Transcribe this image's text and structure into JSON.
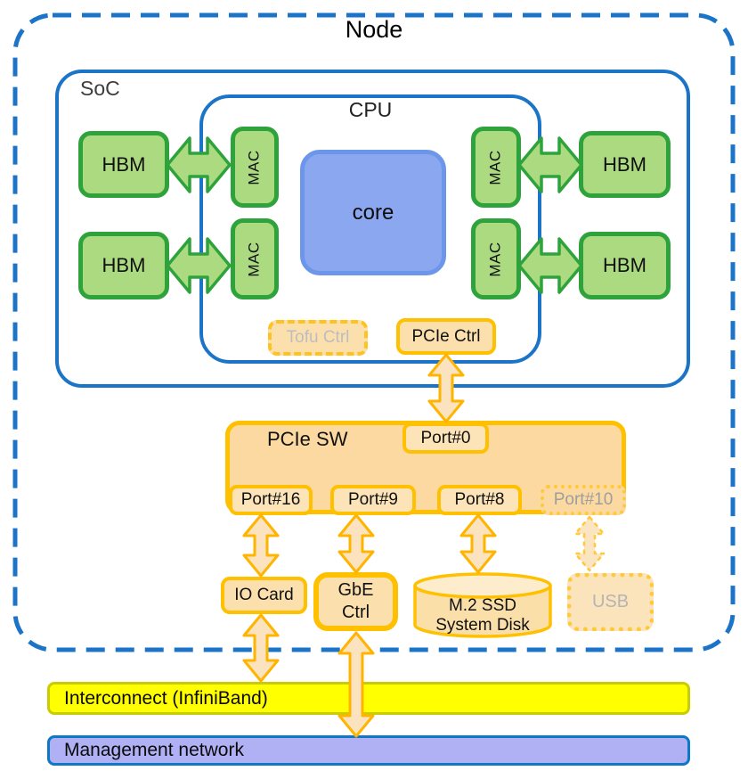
{
  "title": "Node",
  "soc": {
    "label": "SoC"
  },
  "cpu": {
    "label": "CPU",
    "core_label": "core"
  },
  "memory": {
    "hbm_labels": [
      "HBM",
      "HBM",
      "HBM",
      "HBM"
    ],
    "mac_labels": [
      "MAC",
      "MAC",
      "MAC",
      "MAC"
    ]
  },
  "controllers": {
    "tofu": "Tofu Ctrl",
    "pcie": "PCIe Ctrl"
  },
  "pcie_switch": {
    "label": "PCIe SW",
    "top_port": "Port#0",
    "bottom_ports": [
      "Port#16",
      "Port#9",
      "Port#8",
      "Port#10"
    ]
  },
  "devices": {
    "io_card": "IO Card",
    "gbe_line1": "GbE",
    "gbe_line2": "Ctrl",
    "ssd_line1": "M.2 SSD",
    "ssd_line2": "System Disk",
    "usb": "USB"
  },
  "networks": {
    "interconnect": "Interconnect (InfiniBand)",
    "management": "Management network"
  },
  "colors": {
    "frame_blue": "#1b74c8",
    "green_border": "#2ea33b",
    "green_fill": "#abda80",
    "core_fill": "#8ba7ef",
    "core_border": "#6b96ea",
    "orange_border": "#ffc000",
    "orange_fill": "#fbd9a0",
    "orange_fill_light": "#fbe0ae",
    "arrow_orange": "#ffb400",
    "interconnect_yellow": "#ffff00",
    "management_fill": "#b0b0f4",
    "disabled_text": "#ababab"
  }
}
